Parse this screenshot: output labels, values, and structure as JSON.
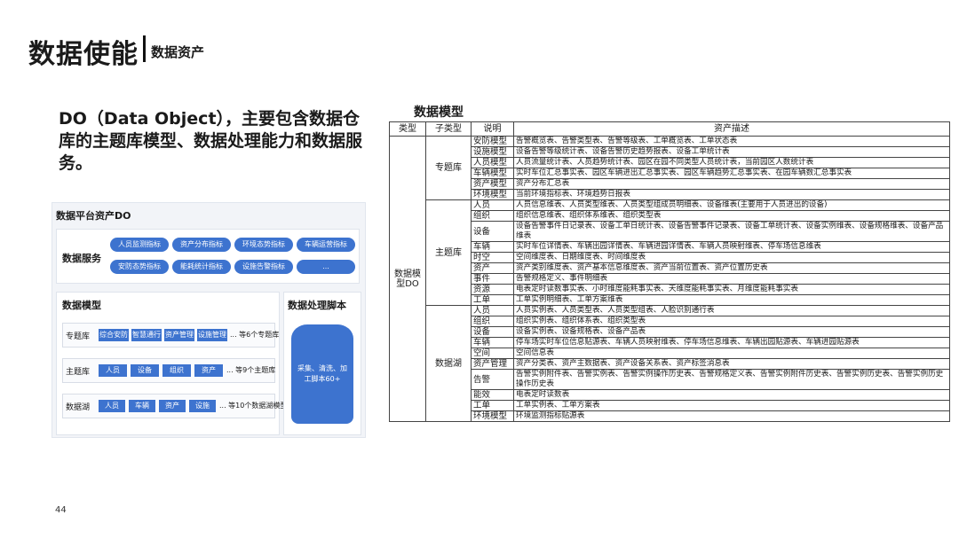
{
  "header": {
    "title": "数据使能",
    "subtitle": "数据资产"
  },
  "intro": "DO（Data Object），主要包含数据仓库的主题库模型、数据处理能力和数据服务。",
  "page_number": "44",
  "diagram": {
    "title": "数据平台资产DO",
    "services": {
      "label": "数据服务",
      "pills": [
        "人员监测指标",
        "资产分布指标",
        "环境态势指标",
        "车辆运营指标",
        "安防态势指标",
        "能耗统计指标",
        "设施告警指标",
        "..."
      ]
    },
    "model": {
      "title": "数据模型",
      "rows": [
        {
          "label": "专题库",
          "chips": [
            "综合安防",
            "智慧通行",
            "资产管理",
            "设施管理"
          ],
          "note": "... 等6个专题库"
        },
        {
          "label": "主题库",
          "chips": [
            "人员",
            "设备",
            "组织",
            "资产"
          ],
          "note": "... 等9个主题库"
        },
        {
          "label": "数据湖",
          "chips": [
            "人员",
            "车辆",
            "资产",
            "设施"
          ],
          "note": "... 等10个数据湖模型"
        }
      ]
    },
    "processing": {
      "title": "数据处理脚本",
      "body": "采集、清洗、加工脚本60+"
    }
  },
  "table": {
    "title": "数据模型",
    "headers": [
      "类型",
      "子类型",
      "说明",
      "资产描述"
    ],
    "type_label": "数据模型DO",
    "groups": [
      {
        "name": "专题库",
        "rows": [
          {
            "s": "安防模型",
            "d": "告警概览表、告警类型表、告警等级表、工单概览表、工单状态表"
          },
          {
            "s": "设施模型",
            "d": "设备告警等级统计表、设备告警历史趋势报表、设备工单统计表"
          },
          {
            "s": "人员模型",
            "d": "人员流量统计表、人员趋势统计表、园区在园不同类型人员统计表，当前园区人数统计表"
          },
          {
            "s": "车辆模型",
            "d": "实时车位汇总事实表、园区车辆进出汇总事实表、园区车辆趋势汇总事实表、在园车辆数汇总事实表"
          },
          {
            "s": "资产模型",
            "d": "资产分布汇总表"
          },
          {
            "s": "环境模型",
            "d": "当前环境指标表、环境趋势日报表"
          }
        ]
      },
      {
        "name": "主题库",
        "rows": [
          {
            "s": "人员",
            "d": "人员信息维表、人员类型维表、人员类型组成员明细表、设备维表(主要用于人员进出的设备)"
          },
          {
            "s": "组织",
            "d": "组织信息维表、组织体系维表、组织类型表"
          },
          {
            "s": "设备",
            "d": "设备告警事件日记录表、设备工单日统计表、设备告警事件记录表、设备工单统计表、设备实例维表、设备规格维表、设备产品维表"
          },
          {
            "s": "车辆",
            "d": "实时车位详情表、车辆出园详情表、车辆进园详情表、车辆人员映射维表、停车场信息维表"
          },
          {
            "s": "时空",
            "d": "空间维度表、日期维度表、时间维度表"
          },
          {
            "s": "资产",
            "d": "资产类别维度表、资产基本信息维度表、资产当前位置表、资产位置历史表"
          },
          {
            "s": "事件",
            "d": "告警规格定义、事件明细表"
          },
          {
            "s": "资源",
            "d": "电表定时读数事实表、小时维度能耗事实表、天维度能耗事实表、月维度能耗事实表"
          },
          {
            "s": "工单",
            "d": "工单实例明细表、工单方案维表"
          }
        ]
      },
      {
        "name": "数据湖",
        "rows": [
          {
            "s": "人员",
            "d": "人员实例表、人员类型表、人员类型组表、人脸识别通行表"
          },
          {
            "s": "组织",
            "d": "组织实例表、组织体系表、组织类型表"
          },
          {
            "s": "设备",
            "d": "设备实例表、设备规格表、设备产品表"
          },
          {
            "s": "车辆",
            "d": "停车场实时车位信息贴源表、车辆人员映射维表、停车场信息维表、车辆出园贴源表、车辆进园贴源表"
          },
          {
            "s": "空间",
            "d": "空间信息表"
          },
          {
            "s": "资产管理",
            "d": "资产分类表、资产主数据表、资产设备关系表、资产标签消息表"
          },
          {
            "s": "告警",
            "d": "告警实例附件表、告警实例表、告警实例操作历史表、告警规格定义表、告警实例附件历史表、告警实例历史表、告警实例历史操作历史表"
          },
          {
            "s": "能效",
            "d": "电表定时读数表"
          },
          {
            "s": "工单",
            "d": "工单实例表、工单方案表"
          },
          {
            "s": "环境模型",
            "d": "环境监测指标贴源表"
          }
        ]
      }
    ]
  },
  "colors": {
    "accent": "#3d73cf"
  }
}
